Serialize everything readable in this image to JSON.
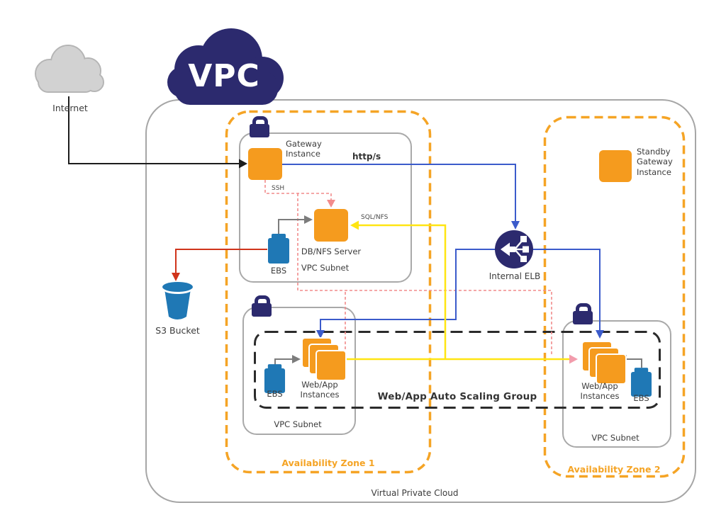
{
  "diagram": {
    "internet": {
      "label": "Internet"
    },
    "vpc_cloud": {
      "label": "VPC"
    },
    "outer": {
      "label": "Virtual Private Cloud"
    },
    "zones": [
      {
        "label": "Availability Zone 1"
      },
      {
        "label": "Availability Zone 2"
      }
    ],
    "subnets": {
      "top": "VPC Subnet",
      "left": "VPC Subnet",
      "right": "VPC Subnet"
    },
    "asg": {
      "label": "Web/App Auto Scaling Group"
    },
    "nodes": {
      "gateway": "Gateway Instance",
      "standby_gateway": "Standby Gateway Instance",
      "db_nfs": "DB/NFS Server",
      "ebs_top": "EBS",
      "ebs_left": "EBS",
      "ebs_right": "EBS",
      "s3": "S3 Bucket",
      "elb": "Internal ELB",
      "webapp_left": "Web/App Instances",
      "webapp_right": "Web/App Instances"
    },
    "connections": {
      "https": "http/s",
      "ssh": "SSH",
      "sql_nfs": "SQL/NFS"
    },
    "colors": {
      "instance_orange": "#f59b1e",
      "zone_border_orange": "#f5a425",
      "navy": "#2c2a6e",
      "storage_blue": "#1f78b5",
      "line_blue": "#3b5bcb",
      "line_yellow": "#ffe512",
      "line_pink": "#f29cac",
      "ssh_dashed_red": "#f28c8c",
      "line_red": "#d0341b",
      "line_gray": "#7c7c7c",
      "container_gray": "#a6a6a6",
      "asg_black": "#2b2b2b"
    }
  }
}
